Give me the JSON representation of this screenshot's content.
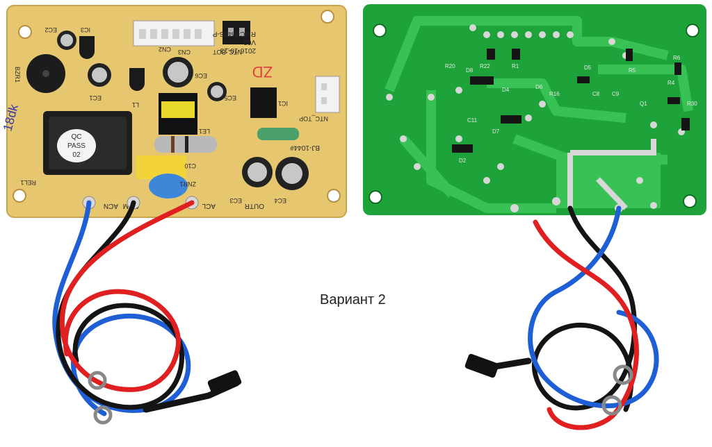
{
  "caption": "Вариант 2",
  "board_front": {
    "model": "RMC-M40S-P",
    "version": "V02",
    "date": "2016-10-13",
    "part_no": "BJ-1044#",
    "sticker": [
      "QC",
      "PASS",
      "02"
    ],
    "handwritten": [
      "ZD",
      "18dk"
    ],
    "labels": {
      "ntc_bot": "NTC_BOT",
      "ntc_top": "NTC_TOP",
      "cn2": "CN2",
      "cn3": "CN3",
      "ic1": "IC1",
      "ic3": "IC3",
      "ec1": "EC1",
      "ec2": "EC2",
      "ec3": "EC3",
      "ec4": "EC4",
      "ec5": "EC5",
      "ec6": "EC6",
      "l1": "L1",
      "le1": "LE1",
      "znr1": "ZNR1",
      "c10": "C10",
      "rel1": "REL1",
      "bzr1": "BZR1",
      "acl": "ACL",
      "acn": "ACN",
      "com": "COM",
      "outr": "OUTR"
    },
    "colors": {
      "pcb": "#e6c66e",
      "pcb_dark": "#c9a44e"
    }
  },
  "board_back": {
    "labels": [
      "R6",
      "R4",
      "R5",
      "D5",
      "D6",
      "D7",
      "D8",
      "D4",
      "D2",
      "R16",
      "R20",
      "R22",
      "R1",
      "C11",
      "C8",
      "C9",
      "Q1",
      "R30"
    ],
    "colors": {
      "pcb": "#1ea33a",
      "pcb_light": "#38c255",
      "pad": "#d7d7d7"
    }
  },
  "wire_colors": {
    "blue": "#1f5fd6",
    "red": "#e02020",
    "black": "#141414"
  }
}
